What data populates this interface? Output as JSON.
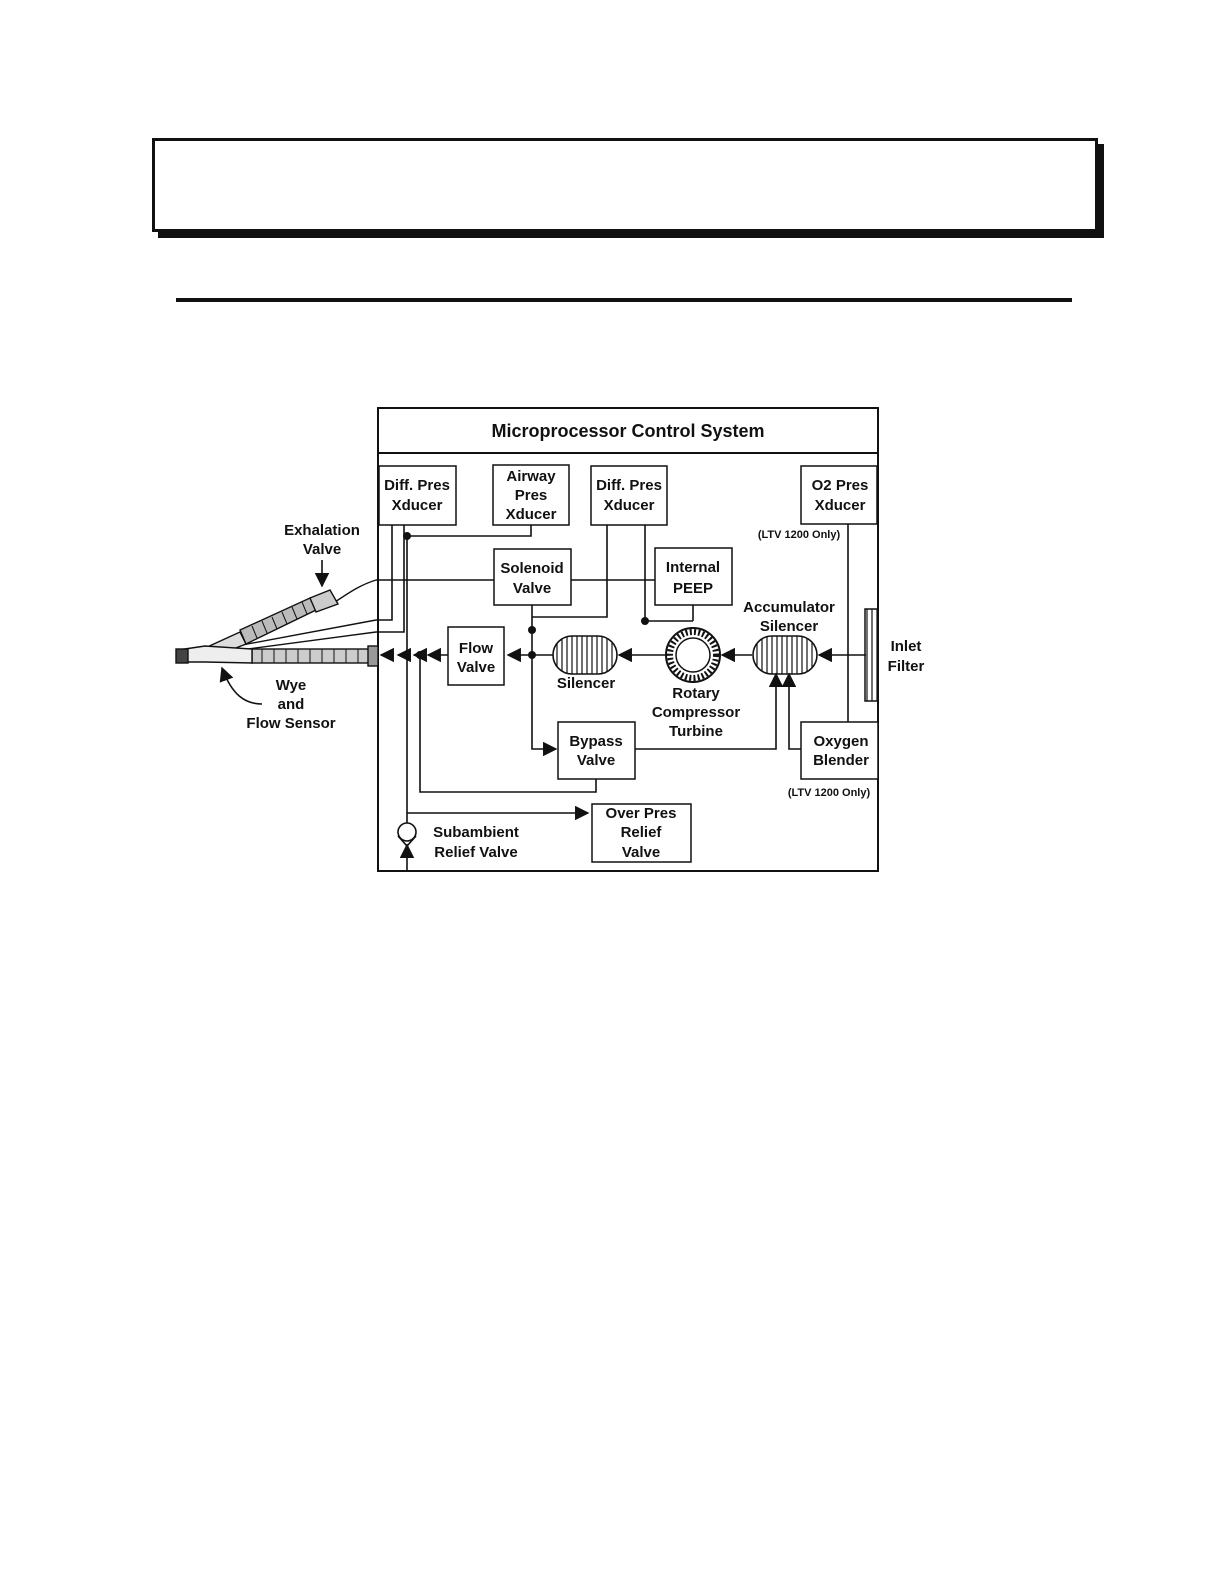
{
  "diagram": {
    "title": "Microprocessor Control System",
    "boxes": {
      "diff_pres_left": [
        "Diff. Pres",
        "Xducer"
      ],
      "airway_pres": [
        "Airway",
        "Pres",
        "Xducer"
      ],
      "diff_pres_right": [
        "Diff. Pres",
        "Xducer"
      ],
      "o2_pres": [
        "O2 Pres",
        "Xducer"
      ],
      "solenoid": [
        "Solenoid",
        "Valve"
      ],
      "internal_peep": [
        "Internal",
        "PEEP"
      ],
      "flow_valve": [
        "Flow",
        "Valve"
      ],
      "bypass_valve": [
        "Bypass",
        "Valve"
      ],
      "oxygen_blender": [
        "Oxygen",
        "Blender"
      ],
      "over_pres": [
        "Over Pres",
        "Relief",
        "Valve"
      ]
    },
    "labels": {
      "exhalation_valve": [
        "Exhalation",
        "Valve"
      ],
      "wye": [
        "Wye",
        "and",
        "Flow Sensor"
      ],
      "accumulator": [
        "Accumulator",
        "Silencer"
      ],
      "silencer": "Silencer",
      "rotary": [
        "Rotary",
        "Compressor",
        "Turbine"
      ],
      "inlet_filter": [
        "Inlet",
        "Filter"
      ],
      "subambient": [
        "Subambient",
        "Relief Valve"
      ],
      "ltv_note_o2": "(LTV 1200 Only)",
      "ltv_note_blender": "(LTV 1200 Only)"
    }
  }
}
